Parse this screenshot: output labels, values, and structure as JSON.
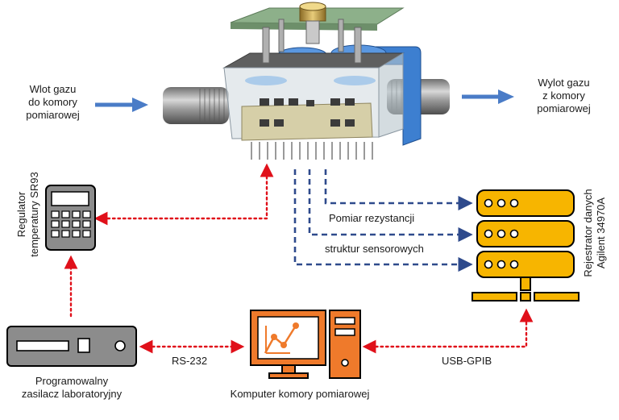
{
  "labels": {
    "inlet_line1": "Wlot gazu",
    "inlet_line2": "do komory",
    "inlet_line3": "pomiarowej",
    "outlet_line1": "Wylot gazu",
    "outlet_line2": "z komory",
    "outlet_line3": "pomiarowej",
    "regulator_line1": "Regulator",
    "regulator_line2": "temperatury SR93",
    "logger_line1": "Rejestrator danych",
    "logger_line2": "Agilent 34970A",
    "measure_line1": "Pomiar rezystancji",
    "measure_line2": "struktur sensorowych",
    "psu_line1": "Programowalny",
    "psu_line2": "zasilacz laboratoryjny",
    "computer": "Komputer komory pomiarowej",
    "link_rs232": "RS-232",
    "link_usb_gpib": "USB-GPIB"
  },
  "colors": {
    "gas_arrow": "#4a7cc7",
    "red_link": "#e0101a",
    "blue_dashed": "#2e4a8c",
    "logger_fill": "#f7b500",
    "computer_fill": "#ef7a2b",
    "device_gray": "#8c8c8c",
    "housing_blue": "#3d7fd0"
  },
  "icons": [
    "chamber-3d-icon",
    "temperature-controller-icon",
    "data-logger-icon",
    "computer-icon",
    "power-supply-icon"
  ]
}
